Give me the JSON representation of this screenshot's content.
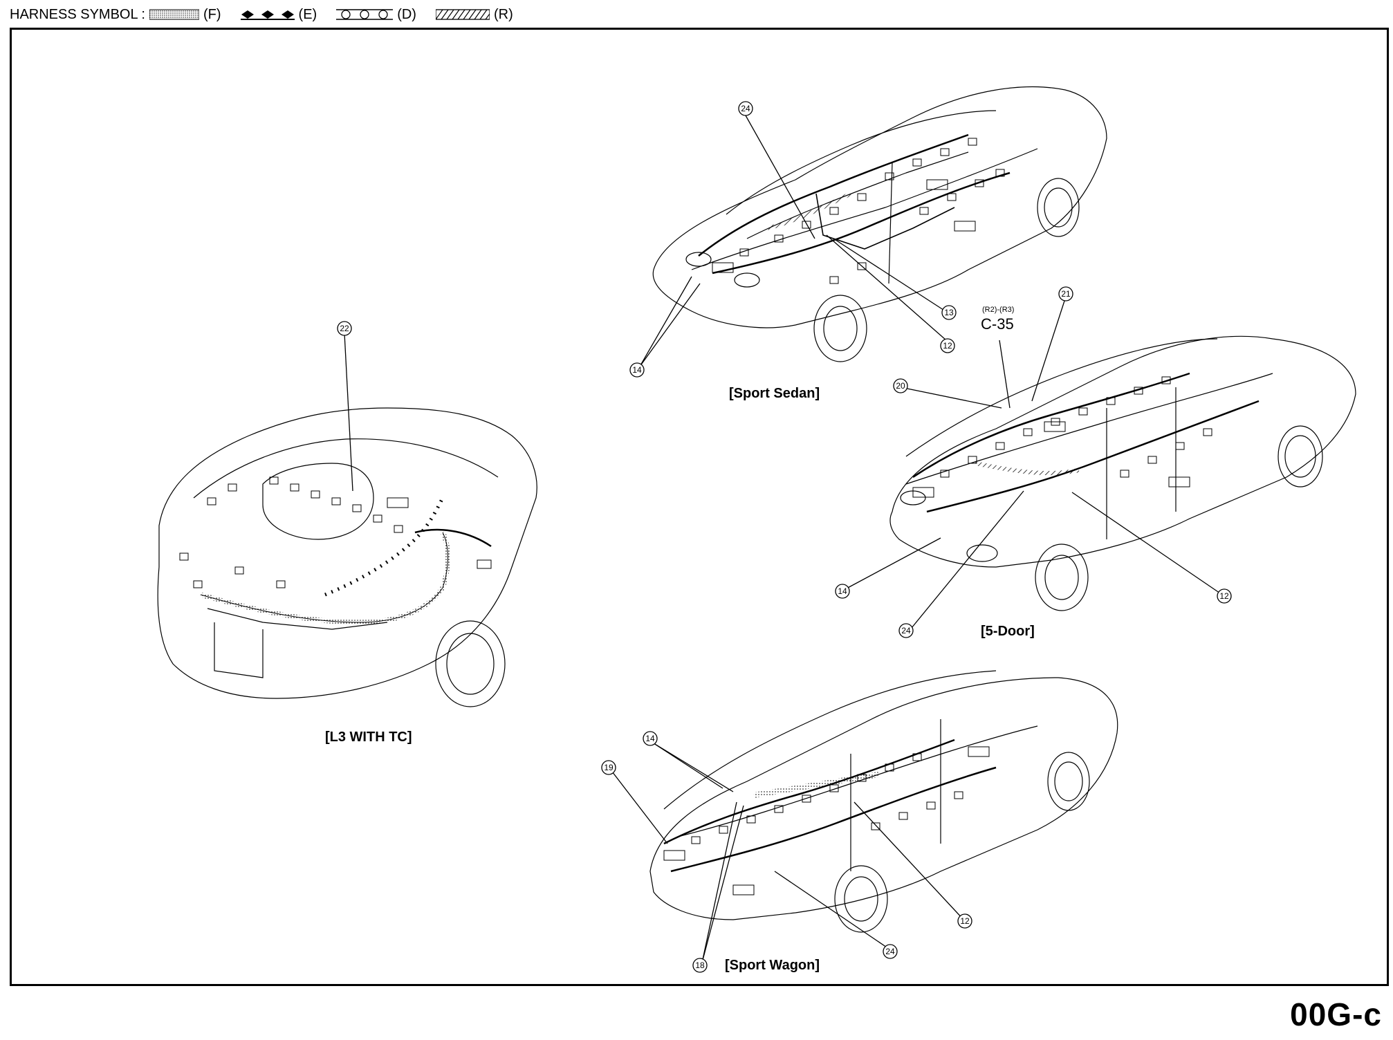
{
  "legend": {
    "title": "HARNESS SYMBOL :",
    "items": [
      {
        "code": "(F)",
        "pattern": "dotted-fill"
      },
      {
        "code": "(E)",
        "pattern": "diamonds"
      },
      {
        "code": "(D)",
        "pattern": "circles"
      },
      {
        "code": "(R)",
        "pattern": "hatched"
      }
    ]
  },
  "views": {
    "sport_sedan": "[Sport Sedan]",
    "five_door": "[5-Door]",
    "l3_with_tc": "[L3 WITH TC]",
    "sport_wagon": "[Sport Wagon]"
  },
  "connector_note": {
    "models": "(R2)-(R3)",
    "id": "C-35"
  },
  "callouts": {
    "sedan": [
      "24",
      "13",
      "12",
      "14"
    ],
    "five_door": [
      "21",
      "20",
      "14",
      "24",
      "12"
    ],
    "l3": [
      "22"
    ],
    "wagon": [
      "14",
      "19",
      "18",
      "24",
      "12"
    ]
  },
  "page_id": "00G-c"
}
